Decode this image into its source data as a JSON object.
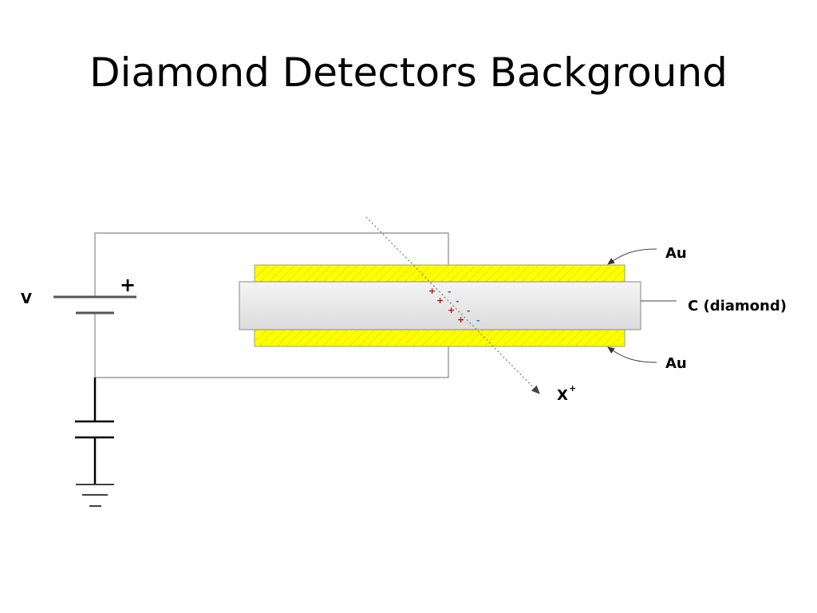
{
  "slide": {
    "title": "Diamond Detectors Background"
  },
  "diagram": {
    "battery_label": "V",
    "battery_plus": "+",
    "electrode_top_label": "Au",
    "diamond_label": "C (diamond)",
    "electrode_bottom_label": "Au",
    "particle_label": "X",
    "particle_charge": "+",
    "hole_symbol": "+",
    "electron_symbol": "-",
    "colors": {
      "electrode_fill": "#ffff00",
      "electrode_hatch": "#d8d000",
      "diamond_fill": "#e6e6e6",
      "hole": "#cc0000",
      "electron": "#1f6fc0",
      "wire": "#888888",
      "ground": "#000000"
    },
    "pair_count": 4
  }
}
